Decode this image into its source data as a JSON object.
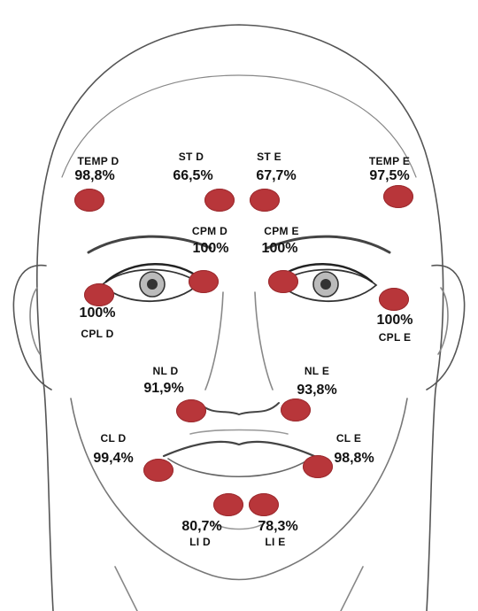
{
  "points": [
    {
      "code": "TEMP D",
      "value": "98,8%"
    },
    {
      "code": "ST D",
      "value": "66,5%"
    },
    {
      "code": "ST E",
      "value": "67,7%"
    },
    {
      "code": "TEMP E",
      "value": "97,5%"
    },
    {
      "code": "CPM D",
      "value": "100%"
    },
    {
      "code": "CPM E",
      "value": "100%"
    },
    {
      "code": "CPL D",
      "value": "100%"
    },
    {
      "code": "CPL E",
      "value": "100%"
    },
    {
      "code": "NL D",
      "value": "91,9%"
    },
    {
      "code": "NL E",
      "value": "93,8%"
    },
    {
      "code": "CL D",
      "value": "99,4%"
    },
    {
      "code": "CL E",
      "value": "98,8%"
    },
    {
      "code": "LI D",
      "value": "80,7%"
    },
    {
      "code": "LI E",
      "value": "78,3%"
    }
  ],
  "colors": {
    "marker": "#b8363a",
    "line": "#555555"
  }
}
